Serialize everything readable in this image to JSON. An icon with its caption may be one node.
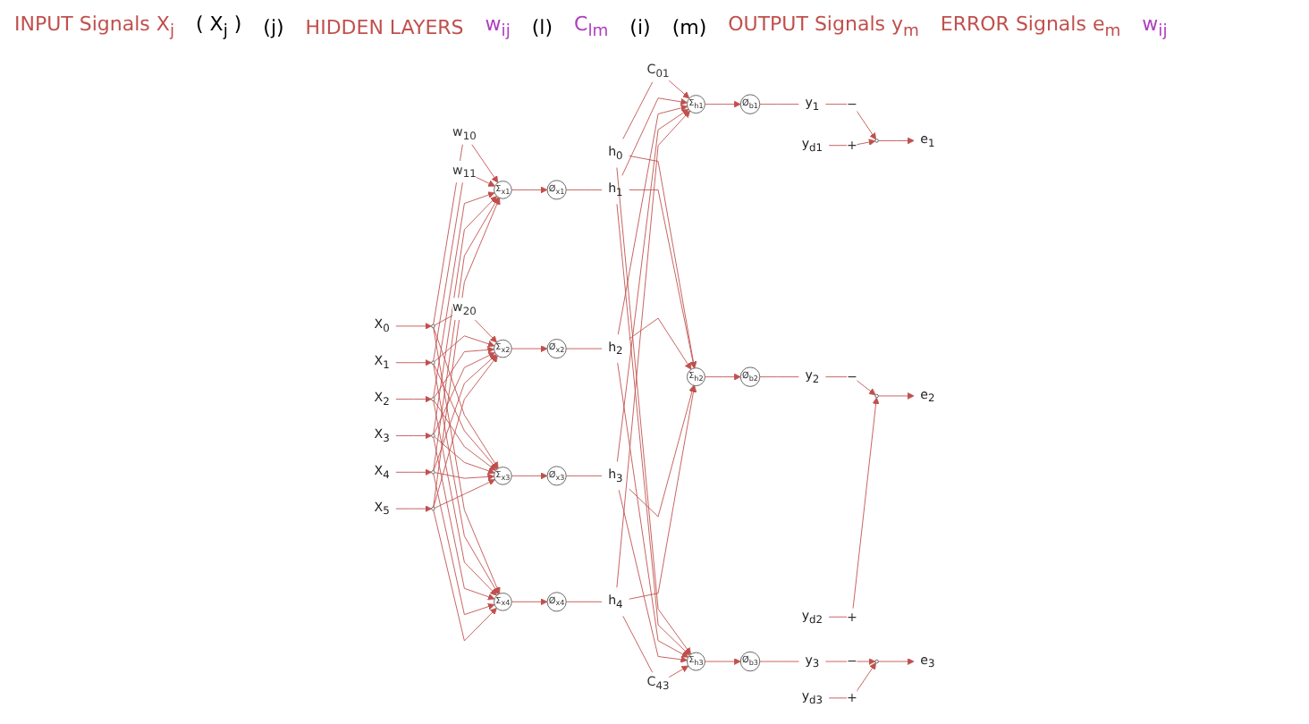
{
  "diagram": {
    "nodes": [
      {
        "text": [
          "X$_{0}$"
        ]
      },
      {
        "text": [
          "X$_{1}$"
        ]
      },
      {
        "text": [
          "X$_{2}$"
        ]
      },
      {
        "text": [
          "X$_{3}$"
        ]
      },
      {
        "text": [
          "X$_{4}$"
        ]
      },
      {
        "text": [
          "X$_{5}$"
        ]
      },
      {
        "text": [],
        "shape": "circle"
      },
      {
        "text": [],
        "shape": "circle"
      },
      {
        "text": [],
        "shape": "circle"
      },
      {
        "text": [],
        "shape": "circle"
      },
      {
        "text": [],
        "shape": "circle"
      },
      {
        "text": [],
        "shape": "circle"
      },
      {
        "text": [
          "Σ$_{x1}$"
        ]
      },
      {
        "text": [
          "Σ$_{x2}$"
        ]
      },
      {
        "text": [
          "Σ$_{x3}$"
        ]
      },
      {
        "text": [
          "Σ$_{x4}$"
        ]
      },
      {
        "text": [
          "Ø$_{x1}$"
        ]
      },
      {
        "text": [
          "Ø$_{x2}$"
        ]
      },
      {
        "text": [
          "Ø$_{x3}$"
        ]
      },
      {
        "text": [
          "Ø$_{x4}$"
        ]
      },
      {
        "text": [
          "h$_{0}$"
        ]
      },
      {
        "text": [
          "h$_{1}$"
        ]
      },
      {
        "text": [
          "h$_{2}$"
        ]
      },
      {
        "text": [
          "h$_{3}$"
        ]
      },
      {
        "text": [
          "h$_{4}$"
        ]
      },
      {
        "text": [
          "Σ$_{h1}$"
        ]
      },
      {
        "text": [
          "Σ$_{h2}$"
        ]
      },
      {
        "text": [
          "Σ$_{h3}$"
        ]
      },
      {
        "text": [
          "Ø$_{b1}$"
        ]
      },
      {
        "text": [
          "Ø$_{b2}$"
        ]
      },
      {
        "text": [
          "Ø$_{b3}$"
        ]
      },
      {
        "text": [
          "y$_{1}$"
        ]
      },
      {
        "text": [
          "y$_{2}$"
        ]
      },
      {
        "text": [
          "y$_{3}$"
        ]
      },
      {
        "text": [
          "y$_{d1}$"
        ]
      },
      {
        "text": [
          "y$_{d2}$"
        ]
      },
      {
        "text": [
          "y$_{d3}$"
        ]
      },
      {
        "text": [],
        "shape": "circle"
      },
      {
        "text": [],
        "shape": "circle"
      },
      {
        "text": [],
        "shape": "circle"
      },
      {
        "text": [
          "e$_{1}$"
        ]
      },
      {
        "text": [
          "e$_{2}$"
        ]
      },
      {
        "text": [
          "e$_{3}$"
        ]
      }
    ],
    "edges": [
      {
        "from": 0,
        "to": 6,
        "arrow": "to"
      },
      {
        "from": 1,
        "to": 7,
        "arrow": "to"
      },
      {
        "from": 2,
        "to": 8,
        "arrow": "to"
      },
      {
        "from": 3,
        "to": 9,
        "arrow": "to"
      },
      {
        "from": 4,
        "to": 10,
        "arrow": "to"
      },
      {
        "from": 5,
        "to": 11,
        "arrow": "to"
      },
      {
        "from": 6,
        "to": 12,
        "arrow": "to",
        "label": "w$_{10}$"
      },
      {
        "from": 6,
        "to": 13,
        "arrow": "to",
        "label": "w$_{20}$"
      },
      {
        "from": 6,
        "to": 14,
        "arrow": "to"
      },
      {
        "from": 6,
        "to": 15,
        "arrow": "to"
      },
      {
        "from": 7,
        "to": 12,
        "arrow": "to",
        "label": "w$_{11}$"
      },
      {
        "from": 7,
        "to": 13,
        "arrow": "to"
      },
      {
        "from": 7,
        "to": 14,
        "arrow": "to"
      },
      {
        "from": 7,
        "to": 15,
        "arrow": "to"
      },
      {
        "from": 8,
        "to": 12,
        "arrow": "to"
      },
      {
        "from": 8,
        "to": 13,
        "arrow": "to"
      },
      {
        "from": 8,
        "to": 14,
        "arrow": "to"
      },
      {
        "from": 8,
        "to": 15,
        "arrow": "to"
      },
      {
        "from": 9,
        "to": 12,
        "arrow": "to"
      },
      {
        "from": 9,
        "to": 13,
        "arrow": "to"
      },
      {
        "from": 9,
        "to": 14,
        "arrow": "to"
      },
      {
        "from": 9,
        "to": 15,
        "arrow": "to"
      },
      {
        "from": 10,
        "to": 12,
        "arrow": "to"
      },
      {
        "from": 10,
        "to": 13,
        "arrow": "to"
      },
      {
        "from": 10,
        "to": 14,
        "arrow": "to"
      },
      {
        "from": 10,
        "to": 15,
        "arrow": "to"
      },
      {
        "from": 11,
        "to": 12,
        "arrow": "to"
      },
      {
        "from": 11,
        "to": 13,
        "arrow": "to"
      },
      {
        "from": 11,
        "to": 14,
        "arrow": "to"
      },
      {
        "from": 11,
        "to": 15,
        "arrow": "to"
      },
      {
        "from": 12,
        "to": 16,
        "arrow": "to"
      },
      {
        "from": 13,
        "to": 17,
        "arrow": "to"
      },
      {
        "from": 14,
        "to": 18,
        "arrow": "to"
      },
      {
        "from": 15,
        "to": 19,
        "arrow": "to"
      },
      {
        "from": 16,
        "to": 21,
        "arrow": "none"
      },
      {
        "from": 17,
        "to": 22,
        "arrow": "none"
      },
      {
        "from": 18,
        "to": 23,
        "arrow": "none"
      },
      {
        "from": 19,
        "to": 24,
        "arrow": "none"
      },
      {
        "from": 20,
        "to": 25,
        "arrow": "to",
        "label": "C$_{01}$"
      },
      {
        "from": 20,
        "to": 26,
        "arrow": "to"
      },
      {
        "from": 20,
        "to": 27,
        "arrow": "to"
      },
      {
        "from": 21,
        "to": 25,
        "arrow": "to"
      },
      {
        "from": 21,
        "to": 26,
        "arrow": "to"
      },
      {
        "from": 21,
        "to": 27,
        "arrow": "to"
      },
      {
        "from": 22,
        "to": 25,
        "arrow": "to"
      },
      {
        "from": 22,
        "to": 26,
        "arrow": "to"
      },
      {
        "from": 22,
        "to": 27,
        "arrow": "to"
      },
      {
        "from": 23,
        "to": 25,
        "arrow": "to"
      },
      {
        "from": 23,
        "to": 26,
        "arrow": "to"
      },
      {
        "from": 23,
        "to": 27,
        "arrow": "to"
      },
      {
        "from": 24,
        "to": 25,
        "arrow": "to"
      },
      {
        "from": 24,
        "to": 26,
        "arrow": "to"
      },
      {
        "from": 24,
        "to": 27,
        "arrow": "to",
        "label": "C$_{43}$"
      },
      {
        "from": 25,
        "to": 28,
        "arrow": "to"
      },
      {
        "from": 26,
        "to": 29,
        "arrow": "to"
      },
      {
        "from": 27,
        "to": 30,
        "arrow": "to"
      },
      {
        "from": 28,
        "to": 31,
        "arrow": "none"
      },
      {
        "from": 29,
        "to": 32,
        "arrow": "none"
      },
      {
        "from": 30,
        "to": 33,
        "arrow": "none"
      },
      {
        "from": 31,
        "to": 37,
        "arrow": "to",
        "label": "−"
      },
      {
        "from": 32,
        "to": 38,
        "arrow": "to",
        "label": "−"
      },
      {
        "from": 33,
        "to": 39,
        "arrow": "to",
        "label": "−"
      },
      {
        "from": 34,
        "to": 37,
        "arrow": "to",
        "label": "+"
      },
      {
        "from": 35,
        "to": 38,
        "arrow": "to",
        "label": "+"
      },
      {
        "from": 36,
        "to": 39,
        "arrow": "to",
        "label": "+"
      },
      {
        "from": 37,
        "to": 40,
        "arrow": "to"
      },
      {
        "from": 38,
        "to": 41,
        "arrow": "to"
      },
      {
        "from": 39,
        "to": 42,
        "arrow": "to"
      }
    ],
    "labels": [
      "INPUT Signals X$_{j}$",
      "( X$_{j}$ )",
      "(j)",
      "HIDDEN LAYERS",
      "w$_{ij}$",
      "(l)",
      "C$_{lm}$",
      "(i)",
      "(m)",
      "OUTPUT Signals y$_{m}$",
      "ERROR Signals e$_{m}$",
      "w$_{ij}$"
    ]
  }
}
